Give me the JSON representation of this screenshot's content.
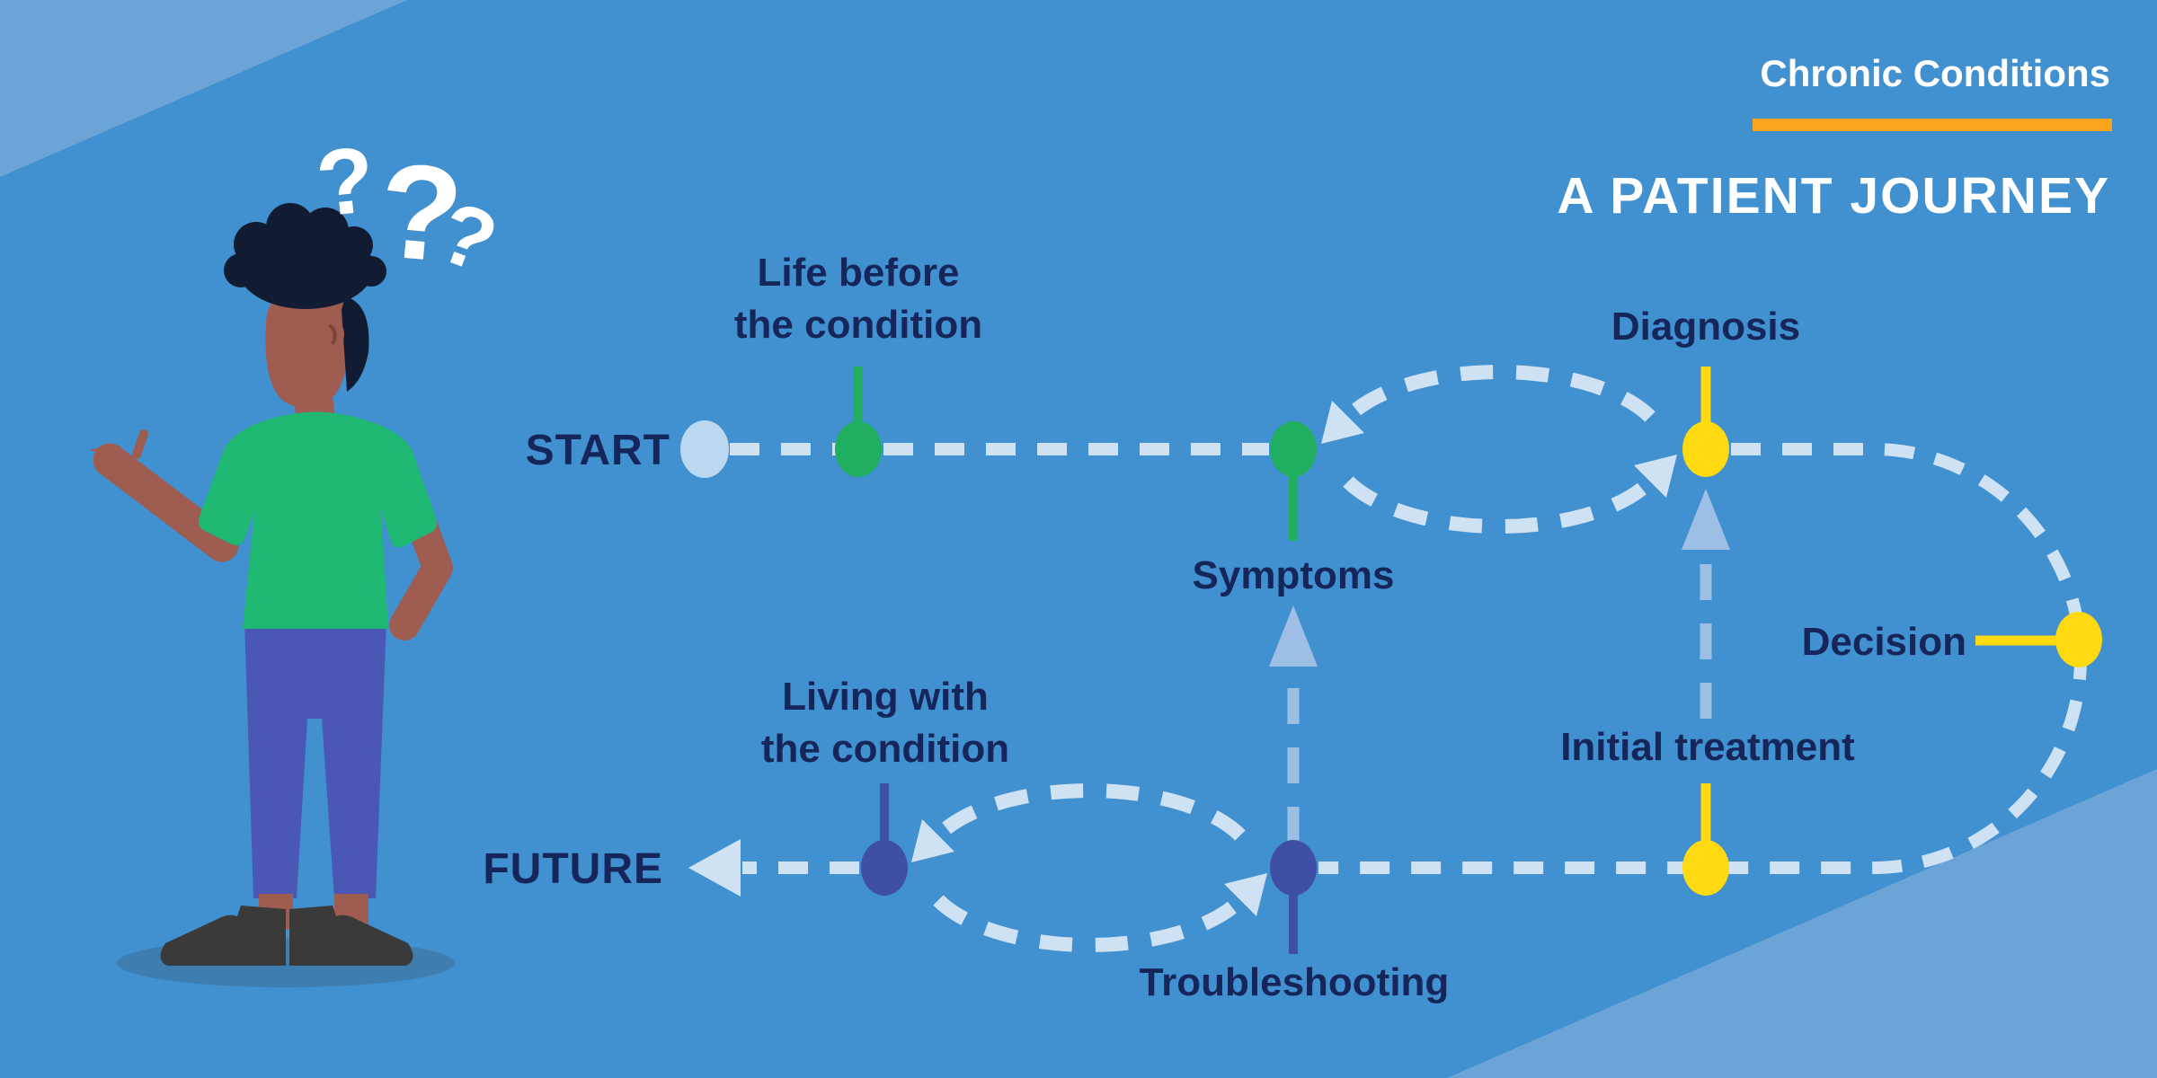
{
  "title": {
    "eyebrow": "Chronic Conditions",
    "main": "A PATIENT JOURNEY"
  },
  "journey": {
    "start_label": "START",
    "future_label": "FUTURE",
    "stages": [
      {
        "id": "life-before-the-condition",
        "line1": "Life before",
        "line2": "the condition",
        "node_color": "#21AE60",
        "label_position": "above"
      },
      {
        "id": "symptoms",
        "line1": "Symptoms",
        "line2": "",
        "node_color": "#21AE60",
        "label_position": "below"
      },
      {
        "id": "diagnosis",
        "line1": "Diagnosis",
        "line2": "",
        "node_color": "#FFD912",
        "label_position": "above"
      },
      {
        "id": "decision",
        "line1": "Decision",
        "line2": "",
        "node_color": "#FFD912",
        "label_position": "left"
      },
      {
        "id": "initial-treatment",
        "line1": "Initial treatment",
        "line2": "",
        "node_color": "#FFD912",
        "label_position": "above"
      },
      {
        "id": "troubleshooting",
        "line1": "Troubleshooting",
        "line2": "",
        "node_color": "#3F4FA6",
        "label_position": "below"
      },
      {
        "id": "living-with-the-condition",
        "line1": "Living with",
        "line2": "the condition",
        "node_color": "#3F4FA6",
        "label_position": "above"
      }
    ],
    "start_node_color": "#BCD7F0",
    "loops": [
      {
        "between": [
          "symptoms",
          "diagnosis"
        ]
      },
      {
        "between": [
          "living-with-the-condition",
          "troubleshooting"
        ]
      }
    ],
    "feedback_arrows": [
      {
        "from": "troubleshooting",
        "to": "symptoms"
      },
      {
        "from": "initial-treatment",
        "to": "diagnosis"
      }
    ]
  },
  "illustration": {
    "question_marks": [
      "?",
      "?",
      "?"
    ]
  },
  "colors": {
    "background": "#4190CF",
    "light_band": "#6CA4D7",
    "path_dash": "#CFE2F4",
    "feedback_arrow": "#9DBFE5",
    "text_navy": "#16265B",
    "title_white": "#FFFFFF",
    "accent_orange": "#F9A41B",
    "node_green": "#21AE60",
    "node_yellow": "#FFD912",
    "node_indigo": "#3F4FA6",
    "node_start": "#BCD7F0",
    "skin": "#9F5C50",
    "hair": "#111C33",
    "shirt": "#1FB873",
    "pants": "#4A57B4",
    "shoes": "#3A3A3A",
    "shadow": "#3E7DAF"
  }
}
